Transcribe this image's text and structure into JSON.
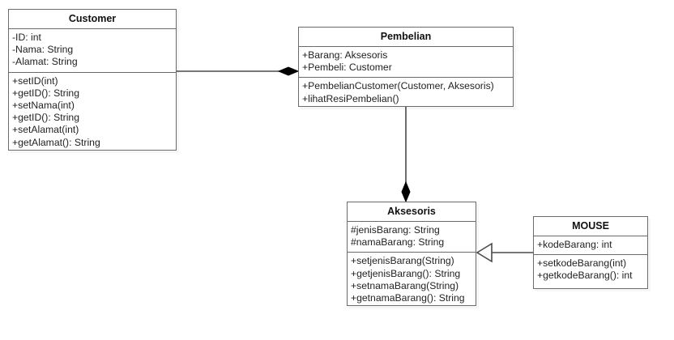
{
  "diagram": {
    "type": "uml-class-diagram",
    "background_color": "#ffffff",
    "line_color": "#4a4a4a",
    "border_color": "#6b6b6b",
    "text_color": "#222222"
  },
  "classes": [
    {
      "id": "customer",
      "name": "Customer",
      "attributes": [
        "-ID: int",
        "-Nama: String",
        "-Alamat: String"
      ],
      "operations": [
        "+setID(int)",
        "+getID(): String",
        "+setNama(int)",
        "+getID(): String",
        "+setAlamat(int)",
        "+getAlamat(): String"
      ]
    },
    {
      "id": "pembelian",
      "name": "Pembelian",
      "attributes": [
        "+Barang: Aksesoris",
        "+Pembeli: Customer"
      ],
      "operations": [
        "+PembelianCustomer(Customer, Aksesoris)",
        "+lihatResiPembelian()"
      ]
    },
    {
      "id": "aksesoris",
      "name": "Aksesoris",
      "attributes": [
        "#jenisBarang: String",
        "#namaBarang: String"
      ],
      "operations": [
        "+setjenisBarang(String)",
        "+getjenisBarang(): String",
        "+setnamaBarang(String)",
        "+getnamaBarang(): String"
      ]
    },
    {
      "id": "mouse",
      "name": "MOUSE",
      "attributes": [
        "+kodeBarang: int"
      ],
      "operations": [
        "+setkodeBarang(int)",
        "+getkodeBarang(): int"
      ]
    }
  ],
  "relationships": [
    {
      "id": "customer-pembelian",
      "kind": "composition",
      "from": "customer",
      "to": "pembelian",
      "marker": "filled-diamond"
    },
    {
      "id": "pembelian-aksesoris",
      "kind": "composition",
      "from": "pembelian",
      "to": "aksesoris",
      "marker": "filled-diamond"
    },
    {
      "id": "mouse-aksesoris",
      "kind": "generalization",
      "from": "mouse",
      "to": "aksesoris",
      "marker": "hollow-triangle"
    }
  ]
}
